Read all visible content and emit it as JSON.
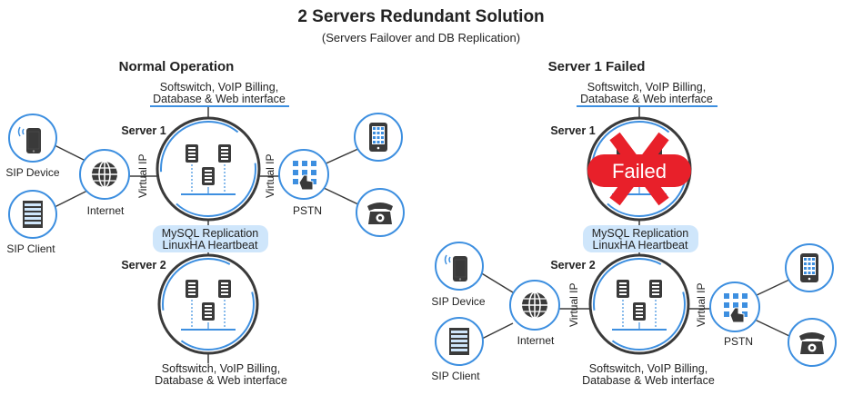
{
  "title": "2 Servers Redundant Solution",
  "subtitle": "(Servers Failover and DB Replication)",
  "left": {
    "heading": "Normal Operation",
    "top_service_line1": "Softswitch, VoIP Billing,",
    "top_service_line2": "Database & Web interface",
    "server1": "Server 1",
    "server2": "Server 2",
    "virtual_ip_left": "Virtual IP",
    "virtual_ip_right": "Virtual IP",
    "replication_line1": "MySQL Replication",
    "replication_line2": "LinuxHA Heartbeat",
    "bottom_service_line1": "Softswitch, VoIP Billing,",
    "bottom_service_line2": "Database & Web interface",
    "sip_device": "SIP Device",
    "sip_client": "SIP Client",
    "internet": "Internet",
    "pstn": "PSTN"
  },
  "right": {
    "heading": "Server 1 Failed",
    "top_service_line1": "Softswitch, VoIP Billing,",
    "top_service_line2": "Database & Web interface",
    "server1": "Server 1",
    "failed": "Failed",
    "server2": "Server 2",
    "virtual_ip_left": "Virtual IP",
    "virtual_ip_right": "Virtual IP",
    "replication_line1": "MySQL Replication",
    "replication_line2": "LinuxHA Heartbeat",
    "bottom_service_line1": "Softswitch, VoIP Billing,",
    "bottom_service_line2": "Database & Web interface",
    "sip_device": "SIP Device",
    "sip_client": "SIP Client",
    "internet": "Internet",
    "pstn": "PSTN"
  },
  "colors": {
    "accent_blue": "#3d8fe0",
    "light_blue": "#cfe6fb",
    "failed_red": "#e8202a",
    "icon_dark": "#3a3a3a"
  }
}
